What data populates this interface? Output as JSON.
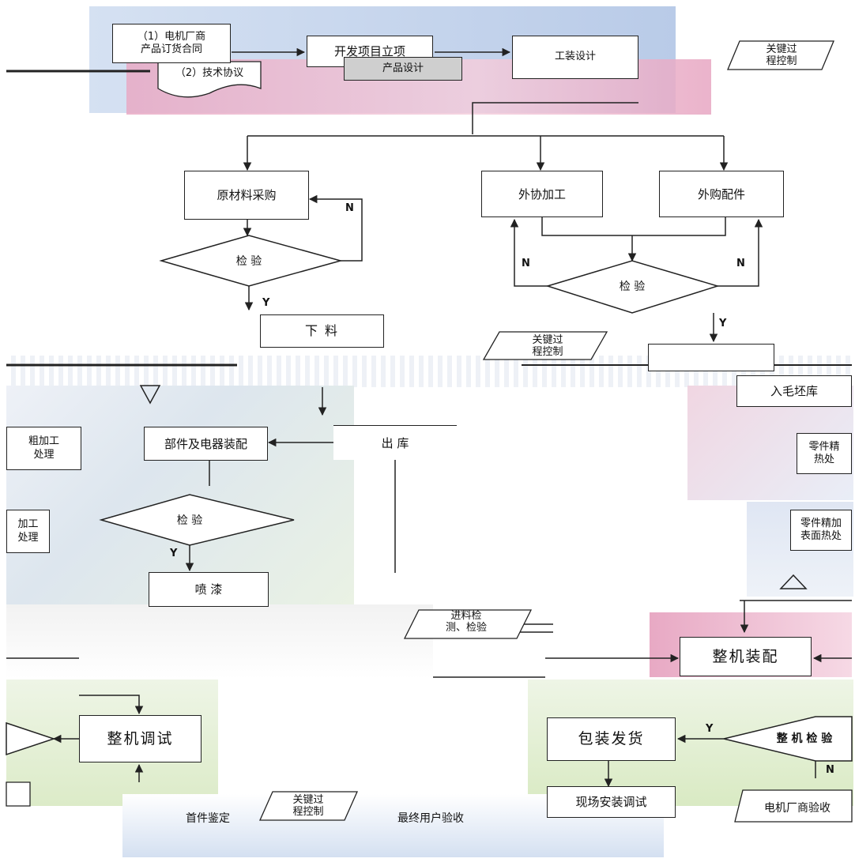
{
  "top": {
    "manufacturer_contract": "（1）电机厂商\n产品订货合同",
    "tech_agreement": "（2）技术协议",
    "project_setup": "开发项目立项",
    "product_design": "产品设计",
    "tooling_design": "工装设计"
  },
  "nodes": {
    "raw_material_purchase": "原材料采购",
    "outsourced_processing": "外协加工",
    "purchased_parts": "外购配件",
    "blanking": "下    料",
    "to_blank_store": "入毛坯库",
    "part_electric_assembly": "部件及电器装配",
    "base": "出    库",
    "rough_machining": "粗加工\n处理",
    "machining": "加工\n处理",
    "spray_paint": "喷    漆",
    "parts_finish_heat": "零件精\n热处",
    "parts_finish_surface": "零件精加\n表面热处",
    "whole_assembly": "整机装配",
    "whole_debug": "整机调试",
    "pack_ship": "包装发货",
    "field_install": "现场安装调试"
  },
  "decisions": {
    "inspect_left": "检 验",
    "inspect_right": "检 验",
    "inspect_assembly": "检 验",
    "whole_inspect": "整 机 检 验"
  },
  "branches": {
    "yes": "Y",
    "no": "N"
  },
  "key_processes": {
    "top_right": "关键过\n程控制",
    "middle": "关键过\n程控制",
    "bottom": "关键过\n程控制",
    "material_check": "进料检\n测、检验"
  },
  "bottom_labels": {
    "first_article": "首件鉴定",
    "factory_acceptance": "电机厂商验收",
    "user_acceptance": "最终用户验收"
  },
  "colors": {
    "blue_band": "#c7d7ee",
    "pink_band": "#e7a6c2",
    "green_panel": "#e3efd2",
    "line": "#222222"
  }
}
